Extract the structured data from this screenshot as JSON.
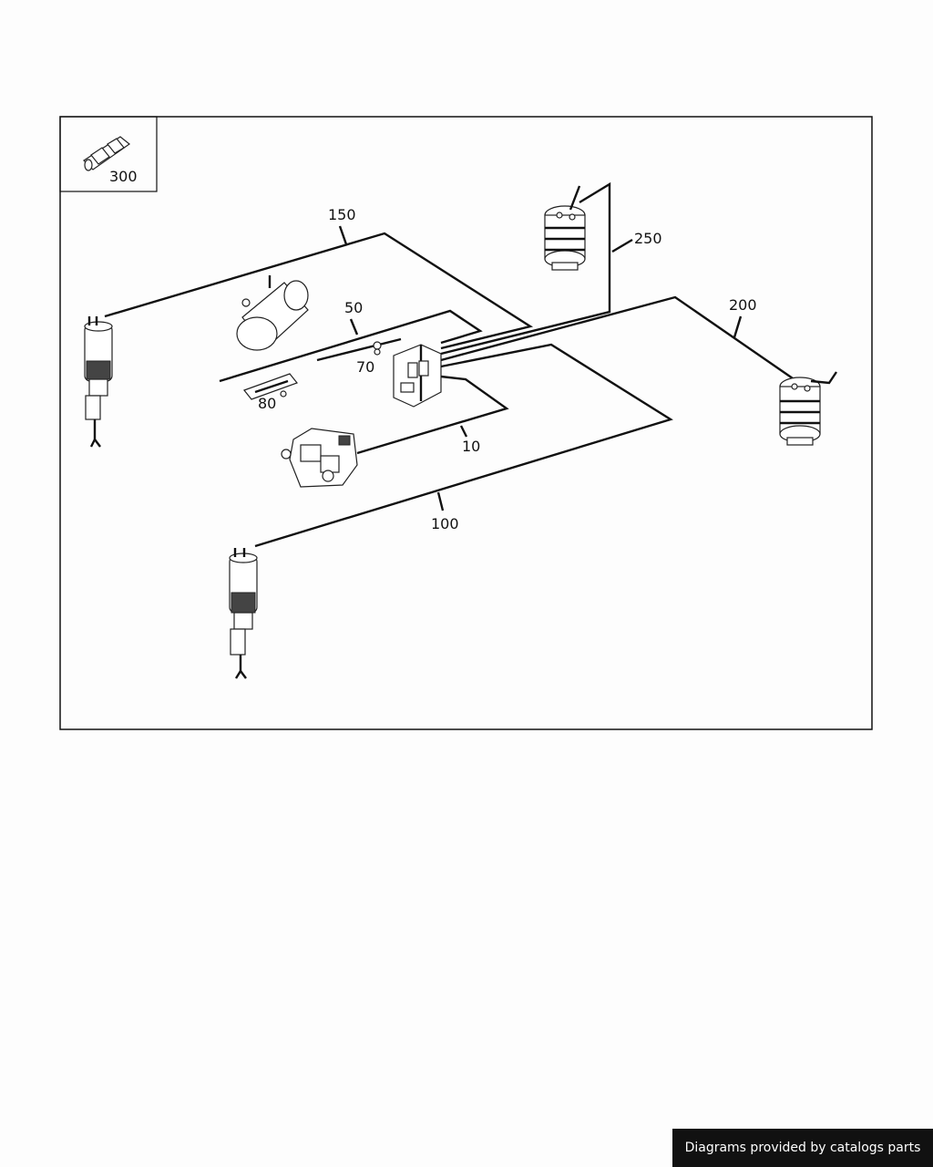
{
  "callouts": {
    "c300": "300",
    "c150": "150",
    "c250": "250",
    "c200": "200",
    "c50": "50",
    "c70": "70",
    "c80": "80",
    "c10": "10",
    "c100": "100"
  },
  "footer": {
    "credit": "Diagrams provided by catalogs parts"
  }
}
